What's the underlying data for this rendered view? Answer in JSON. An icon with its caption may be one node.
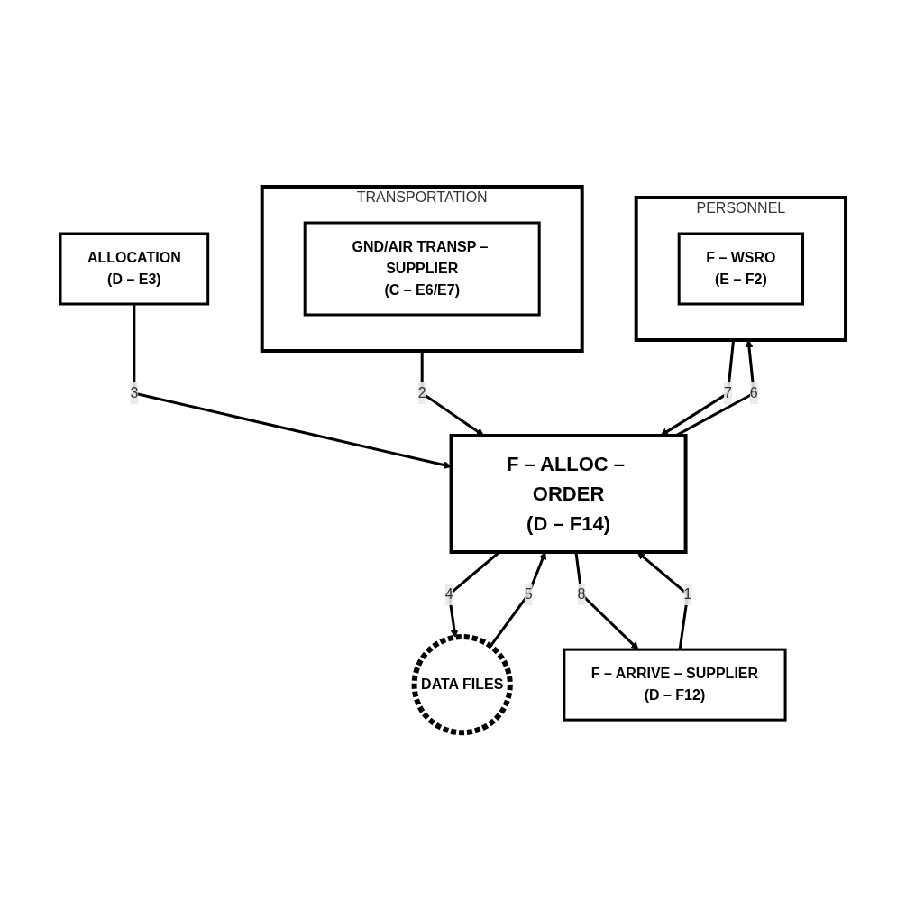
{
  "diagram": {
    "nodes": [
      {
        "text": [
          "TRANSPORTATION"
        ]
      },
      {
        "text": [
          "GND/AIR TRANSP – SUPPLIER",
          "(C – E6/E7)"
        ],
        "in": 0
      },
      {
        "text": [
          "F – ARRIVE – SUPPLIER",
          "(D – F12)"
        ]
      },
      {
        "text": [
          "ALLOCATION",
          "(D – E3)"
        ]
      },
      {
        "text": [
          "F – ALLOC – ORDER",
          "(D – F14)"
        ]
      },
      {
        "text": [
          "DATA FILES"
        ]
      },
      {
        "text": [
          "PERSONNEL"
        ]
      },
      {
        "text": [
          "F – WSRO",
          "(E – F2)"
        ],
        "in": 6
      }
    ],
    "edges": [
      {
        "from": 0,
        "to": 4,
        "arrow": "to",
        "label": "2"
      },
      {
        "from": 2,
        "to": 4,
        "arrow": "to",
        "label": "1"
      },
      {
        "from": 3,
        "to": 4,
        "arrow": "to",
        "label": "3"
      },
      {
        "from": 4,
        "to": 5,
        "arrow": "to",
        "label": "4"
      },
      {
        "from": 5,
        "to": 4,
        "arrow": "to",
        "label": "5"
      },
      {
        "from": 4,
        "to": 6,
        "arrow": "to",
        "label": "6"
      },
      {
        "from": 6,
        "to": 4,
        "arrow": "to",
        "label": "7"
      },
      {
        "from": 4,
        "to": 2,
        "arrow": "to",
        "label": "8"
      }
    ]
  }
}
